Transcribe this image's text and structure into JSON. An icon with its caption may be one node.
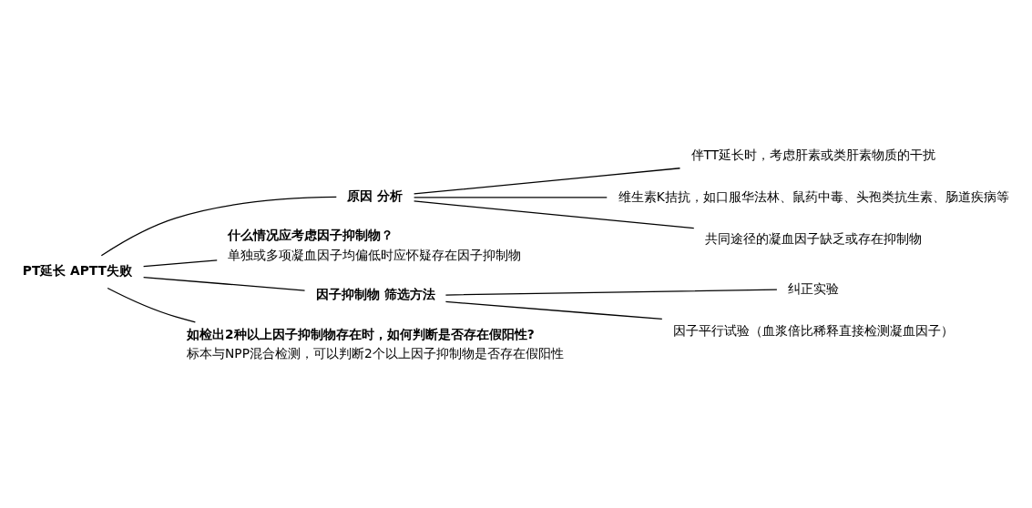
{
  "diagram": {
    "nodes": [
      {
        "text": [
          "PT延长 APTT失败"
        ]
      },
      {
        "text": [
          "原因 分析"
        ]
      },
      {
        "text": [
          "伴TT延长时，考虑肝素或类肝素物质的干扰"
        ]
      },
      {
        "text": [
          "维生素K拮抗，如口服华法林、鼠药中毒、头孢类抗生素、肠道疾病等"
        ]
      },
      {
        "text": [
          "共同途径的凝血因子缺乏或存在抑制物"
        ]
      },
      {
        "text": [
          "什么情况应考虑因子抑制物？"
        ],
        "beside": [
          "单独或多项凝血因子均偏低时应怀疑存在因子抑制物"
        ]
      },
      {
        "text": [
          "因子抑制物 筛选方法"
        ]
      },
      {
        "text": [
          "纠正实验"
        ]
      },
      {
        "text": [
          "因子平行试验（血浆倍比稀释直接检测凝血因子）"
        ]
      },
      {
        "text": [
          "如检出2种以上因子抑制物存在时，如何判断是否存在假阳性?"
        ],
        "beside": [
          "标本与NPP混合检测，可以判断2个以上因子抑制物是否存在假阳性"
        ]
      }
    ],
    "edges": [
      {
        "from": 0,
        "to": 1,
        "arrow": "none"
      },
      {
        "from": 0,
        "to": 5,
        "arrow": "none"
      },
      {
        "from": 0,
        "to": 6,
        "arrow": "none"
      },
      {
        "from": 0,
        "to": 9,
        "arrow": "none"
      },
      {
        "from": 1,
        "to": 2,
        "arrow": "none"
      },
      {
        "from": 1,
        "to": 3,
        "arrow": "none"
      },
      {
        "from": 1,
        "to": 4,
        "arrow": "none"
      },
      {
        "from": 6,
        "to": 7,
        "arrow": "none"
      },
      {
        "from": 6,
        "to": 8,
        "arrow": "none"
      }
    ]
  }
}
